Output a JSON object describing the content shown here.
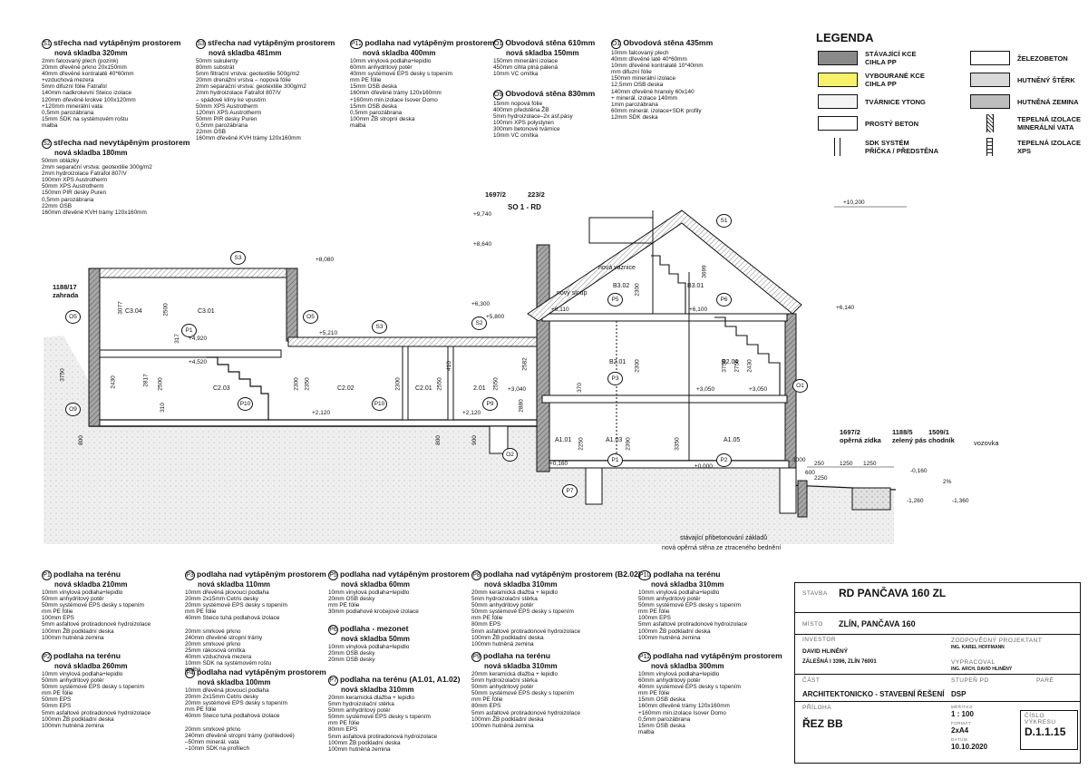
{
  "legend": {
    "title": "LEGENDA",
    "items": [
      {
        "label": "STÁVAJÍCÍ KCE\nCIHLA PP",
        "color": "#8a8a8a"
      },
      {
        "label": "ŽELEZOBETON",
        "color": "#ffffff"
      },
      {
        "label": "VYBOURANÉ KCE\nCIHLA PP",
        "color": "#f7f16a"
      },
      {
        "label": "HUTNĚNÝ ŠTĚRK",
        "color": "#d8d8d8"
      },
      {
        "label": "TVÁRNICE YTONG",
        "color": "#f4f4f4"
      },
      {
        "label": "HUTNĚNÁ ZEMINA",
        "color": "#bdbdbd"
      },
      {
        "label": "PROSTÝ BETON",
        "color": "#ffffff"
      },
      {
        "label": "TEPELNÁ IZOLACE\nMINERÁLNÍ VATA",
        "color": "#ffffff"
      },
      {
        "label": "SDK SYSTÉM\nPŘÍČKA / PŘEDSTĚNA",
        "color": "#ffffff"
      },
      {
        "label": "TEPELNÁ IZOLACE\nXPS",
        "color": "#ffffff"
      }
    ]
  },
  "top_specs": [
    {
      "code": "S1",
      "title": "střecha nad vytápěným prostorem",
      "sub": "nová skladba 320mm",
      "lines": [
        "2mm falcovaný plech (pozink)",
        "20mm dřevěné prkno 20x150mm",
        "40mm dřevěné kontralatě 40*60mm",
        "+vzduchová mezera",
        "5mm difuzní fólie Fatrafol",
        "140mm nadkrokevní Steico izolace",
        "120mm dřevěné krokve 100x120mm",
        "+120mm minerální vata",
        "0,5mm parozábrana",
        "15mm SDK na systémovém roštu",
        "malba"
      ]
    },
    {
      "code": "S3",
      "title": "střecha nad vytápěným prostorem",
      "sub": "nová skladba 481mm",
      "lines": [
        "50mm sukulenty",
        "80mm substrát",
        "5mm filtrační vrstva: geotextilie 500g/m2",
        "20mm drenážní vrstva – nopová fólie",
        "2mm separační vrstva: geotextilie 300g/m2",
        "2mm hydroizolace Fatrafol 807/V",
        "– spádové klíny ke vpustím",
        "50mm XPS Austrotherm",
        "120mm XPS Austrotherm",
        "50mm PIR desky Puren",
        "0,5mm parozábrana",
        "22mm OSB",
        "160mm dřevěné KVH trámy 120x160mm"
      ]
    },
    {
      "code": "P12",
      "title": "podlaha nad vytápěným prostorem",
      "sub": "nová skladba 400mm",
      "lines": [
        "10mm vinylová podlaha+lepidlo",
        "60mm anhydritový potěr",
        "40mm systémové EPS desky s topením",
        "mm PE fólie",
        "15mm OSB deska",
        "160mm dřevěné trámy 120x160mm",
        "+160mm min.izolace Isover Domo",
        "15mm OSB deska",
        "0,5mm parozábrana",
        "100mm ŽB stropní deska",
        "malba"
      ]
    },
    {
      "code": "O1",
      "title": "Obvodová stěna 610mm",
      "sub": "nová skladba 150mm",
      "lines": [
        "150mm minerální izolace",
        "450mm cihla plná pálená",
        "10mm VC omítka"
      ]
    },
    {
      "code": "O9",
      "title": "Obvodová stěna 830mm",
      "sub": "",
      "lines": [
        "15mm nopová fólie",
        "400mm předstěna ŽB",
        "5mm hydroizolace–2x asf.pásy",
        "100mm XPS polystyren",
        "300mm betonové tvárnice",
        "10mm VC omítka"
      ]
    },
    {
      "code": "O1",
      "title": "Obvodová stěna 435mm",
      "sub": "",
      "lines": [
        "10mm falcovaný plech",
        "40mm dřevěné latě 40*60mm",
        "10mm dřevěné kontralatě 10*40mm",
        "mm difuzní fólie",
        "150mm minerální izolace",
        "12,5mm OSB deska",
        "140mm dřevěné hranoly 60x140",
        "+ minerál. izolace 140mm",
        "1mm parozábrana",
        "60mm minerál. izolace+SDK profily",
        "12mm SDK deska"
      ]
    },
    {
      "code": "S2",
      "title": "střecha nad nevytápěným prostorem",
      "sub": "nová skladba 180mm",
      "lines": [
        "50mm oblázky",
        "2mm separační vrstva: geotextilie 300g/m2",
        "2mm hydroizolace Fatrafol 807/V",
        "100mm XPS Austrotherm",
        "50mm XPS Austrotherm",
        "150mm PIR desky Puren",
        "0,5mm parozábrana",
        "22mm OSB",
        "160mm dřevěné KVH trámy 120x160mm"
      ]
    }
  ],
  "bottom_specs": [
    {
      "code": "P1",
      "title": "podlaha na terénu",
      "sub": "nová skladba 210mm",
      "lines": [
        "10mm vinylová podlaha+lepidlo",
        "50mm anhydritový potěr",
        "50mm systémové EPS desky s topením",
        "mm PE fólie",
        "100mm EPS",
        "5mm asfaltové protiradonové hydroizolace",
        "100mm ŽB podkladní deska",
        "100mm hutněná zemina"
      ]
    },
    {
      "code": "P2",
      "title": "podlaha na terénu",
      "sub": "nová skladba 260mm",
      "lines": [
        "10mm vinylová podlaha+lepidlo",
        "50mm anhydritový potěr",
        "50mm systémové EPS desky s topením",
        "mm PE fólie",
        "50mm EPS",
        "50mm EPS",
        "5mm asfaltové protiradonové hydroizolace",
        "100mm ŽB podkladní deska",
        "100mm hutněná zemina"
      ]
    },
    {
      "code": "P3",
      "title": "podlaha nad vytápěným prostorem",
      "sub": "nová skladba 110mm",
      "lines": [
        "10mm dřevěná plovoucí podlaha",
        "20mm 2x15mm Cetris desky",
        "20mm systémové EPS desky s topením",
        "mm PE fólie",
        "40mm Steico tuhá podlahová izolace",
        "",
        "20mm smrkové prkno",
        "240mm dřevěné stropní trámy",
        "20mm smrkové prkno",
        "25mm rákosová omítka",
        "40mm vzduchová mezera",
        "10mm SDK na systémovém roštu",
        "malba"
      ]
    },
    {
      "code": "P4",
      "title": "podlaha nad vytápěným prostorem",
      "sub": "nová skladba 100mm",
      "lines": [
        "10mm dřevěná plovoucí podlaha",
        "20mm 2x15mm Cetris desky",
        "20mm systémové EPS desky s topením",
        "mm PE fólie",
        "40mm Steico tuhá podlahová izolace",
        "",
        "20mm smrkové prkno",
        "240mm dřevěné stropní trámy (pohledové)",
        "–50mm minerál. vata",
        "–10mm SDK na profilech"
      ]
    },
    {
      "code": "P5",
      "title": "podlaha nad vytápěným prostorem",
      "sub": "nová skladba 60mm",
      "lines": [
        "10mm vinylová podlaha+lepidlo",
        "20mm OSB desky",
        "mm PE fólie",
        "30mm podlahové kročejové izolace"
      ]
    },
    {
      "code": "P6",
      "title": "podlaha - mezonet",
      "sub": "nová skladba 50mm",
      "lines": [
        "10mm vinylová podlaha+lepidlo",
        "20mm OSB desky",
        "20mm OSB desky"
      ]
    },
    {
      "code": "P7",
      "title": "podlaha na terénu (A1.01, A1.02)",
      "sub": "nová skladba 310mm",
      "lines": [
        "20mm keramická dlažba + lepidlo",
        "5mm hydroizolační stěrka",
        "50mm anhydritový potěr",
        "50mm systémové EPS desky s topením",
        "mm PE fólie",
        "80mm EPS",
        "5mm asfaltová protiradonová hydroizolace",
        "100mm ŽB podkladní deska",
        "100mm hutněná zemina"
      ]
    },
    {
      "code": "P8",
      "title": "podlaha nad vytápěným prostorem (B2.02)",
      "sub": "nová skladba 310mm",
      "lines": [
        "20mm keramická dlažba + lepidlo",
        "5mm hydroizolační stěrka",
        "50mm anhydritový potěr",
        "50mm systémové EPS desky s topením",
        "mm PE fólie",
        "80mm EPS",
        "5mm asfaltové protiradonové hydroizolace",
        "100mm ŽB podkladní deska",
        "100mm hutněná zemina"
      ]
    },
    {
      "code": "P9",
      "title": "podlaha na terénu",
      "sub": "nová skladba 310mm",
      "lines": [
        "20mm keramická dlažba + lepidlo",
        "5mm hydroizolační stěrka",
        "50mm anhydritový potěr",
        "50mm systémové EPS desky s topením",
        "mm PE fólie",
        "80mm EPS",
        "5mm asfaltové protiradonové hydroizolace",
        "100mm ŽB podkladní deska",
        "100mm hutněná zemina"
      ]
    },
    {
      "code": "P10",
      "title": "podlaha na terénu",
      "sub": "nová skladba 310mm",
      "lines": [
        "10mm vinylová podlaha+lepidlo",
        "50mm anhydritový potěr",
        "50mm systémové EPS desky s topením",
        "mm PE fólie",
        "100mm EPS",
        "5mm asfaltové protiradonové hydroizolace",
        "100mm ŽB podkladní deska",
        "100mm hutněná zemina"
      ]
    },
    {
      "code": "P11",
      "title": "podlaha nad vytápěným prostorem",
      "sub": "nová skladba 300mm",
      "lines": [
        "10mm vinylová podlaha+lepidlo",
        "60mm anhydritový potěr",
        "40mm systémové EPS desky s topením",
        "mm PE fólie",
        "15mm OSB deska",
        "160mm dřevěné trámy 120x160mm",
        "+160mm min.izolace Isover Domo",
        "0,5mm parozábrana",
        "15mm OSB deska",
        "malba"
      ]
    }
  ],
  "drawing": {
    "title": "SO 1 - RD",
    "parcels": [
      "1697/2",
      "223/2",
      "1188/17\nzahrada",
      "1697/2\nopěrná zídka",
      "1188/5\nzelený pás",
      "1509/1\nchodník",
      "vozovka"
    ],
    "levels": [
      "+10,200",
      "+9,740",
      "+8,640",
      "+8,080",
      "+6,300",
      "+5,800",
      "+6,110",
      "+6,100",
      "+6,140",
      "+5,210",
      "+4,920",
      "+4,520",
      "+3,040",
      "+3,050",
      "+3,050",
      "+2,120",
      "+2,120",
      "+0,160",
      "±0,000",
      "-0,160",
      "-1,260",
      "-1,360"
    ],
    "rooms": [
      "C3.04",
      "C3.01",
      "C2.03",
      "C2.02",
      "C2.01",
      "2.01",
      "A1.01",
      "A1.03",
      "A1.05",
      "B2.01",
      "B2.04",
      "B3.02",
      "B3.01"
    ],
    "notes": [
      "nová vaznice",
      "nový sloup",
      "stávající přibetonování základů",
      "nová opěrná stěna ze ztraceného bednění"
    ],
    "dims": [
      "3077",
      "2500",
      "317",
      "2817",
      "2500",
      "310",
      "2430",
      "3750",
      "2300",
      "2350",
      "2300",
      "2550",
      "410",
      "2550",
      "2582",
      "2880",
      "370",
      "2250",
      "2390",
      "3350",
      "2300",
      "2300",
      "3699",
      "3750",
      "2750",
      "2430",
      "800",
      "800",
      "900",
      "600",
      "1250",
      "1250",
      "2250",
      "3000",
      "250",
      "2%"
    ]
  },
  "title_block": {
    "stavba_label": "STAVBA",
    "stavba": "RD PANČAVA 160 ZL",
    "misto_label": "MÍSTO",
    "misto": "ZLÍN, PANČAVA 160",
    "investor_label": "INVESTOR",
    "investor": "DAVID HLINĚNÝ",
    "investor_addr": "ZÁLEŠNÁ I 3396, ZLÍN 76001",
    "zodp_label": "ZODPOVĚDNÝ PROJEKTANT",
    "zodp": "ING. KAREL HOFFMANN",
    "vypr_label": "VYPRACOVAL",
    "vypr": "ING. ARCH. DAVID HLINĚNÝ",
    "cast_label": "ČÁST",
    "cast": "ARCHITEKTONICKO - STAVEBNÍ ŘEŠENÍ",
    "stupen_label": "STUPEŇ PD",
    "stupen": "DSP",
    "pare_label": "PARÉ",
    "priloha_label": "PŘÍLOHA",
    "priloha": "ŘEZ BB",
    "meritko_label": "MĚŘÍTKO",
    "meritko": "1 : 100",
    "format_label": "FORMÁT",
    "format": "2xA4",
    "datum_label": "DATUM",
    "datum": "10.10.2020",
    "cislo_label": "ČÍSLO VÝKRESU",
    "cislo": "D.1.1.15"
  }
}
